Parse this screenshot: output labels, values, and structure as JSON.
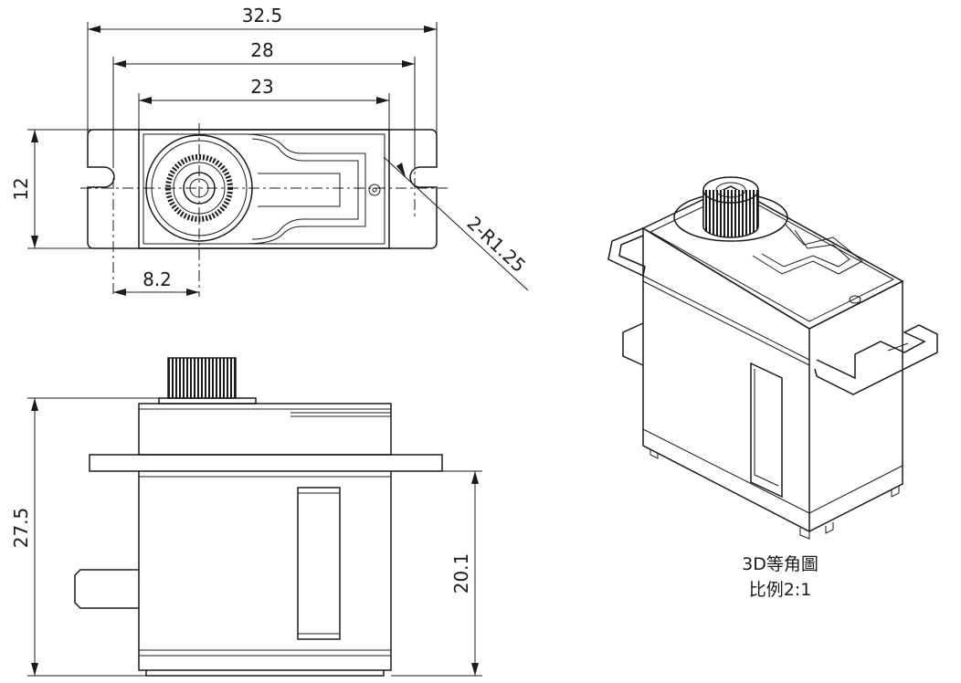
{
  "dimensions": {
    "overall_width": "32.5",
    "mount_hole_spacing": "28",
    "body_width": "23",
    "height_top": "12",
    "shaft_offset": "8.2",
    "hole_radius": "2-R1.25",
    "total_height": "27.5",
    "flange_to_bottom": "20.1"
  },
  "caption": {
    "line1": "3D等角圖",
    "line2": "比例2:1"
  }
}
